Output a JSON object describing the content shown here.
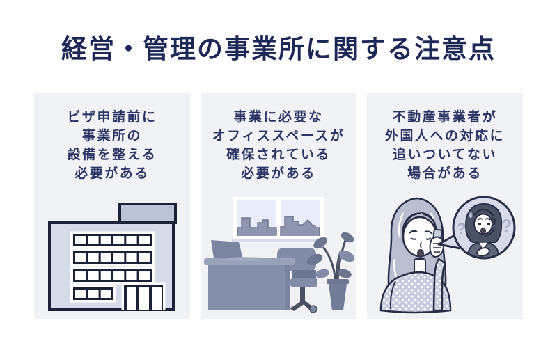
{
  "page": {
    "title": "経営・管理の事業所に関する注意点"
  },
  "colors": {
    "background": "#ffffff",
    "card_background": "#f1f2f6",
    "title_text": "#1e2857",
    "card_text": "#2b3464",
    "illustration_outline": "#272d45",
    "building_fill": "#d6dbea",
    "building_roof_fill": "#bcc3d7",
    "furniture_gray": "#858fa9",
    "window_pane": "#e9ecf9",
    "skyline_gray": "#8d96ae",
    "hair_gray": "#b9bfd0",
    "sweater_dotted": "#c7ccde",
    "speech_bubble_fill": "#d8dcea",
    "operator_jacket": "#5f6679",
    "question_mark_color": "#a9b0c6"
  },
  "cards": [
    {
      "illustration": "office-building",
      "lines": [
        "ビザ申請前に",
        "事業所の",
        "設備を整える",
        "必要がある"
      ]
    },
    {
      "illustration": "office-desk-window-plant",
      "lines": [
        "事業に必要な",
        "オフィススペースが",
        "確保されている",
        "必要がある"
      ]
    },
    {
      "illustration": "woman-on-phone-with-confused-operator",
      "lines": [
        "不動産事業者が",
        "外国人への対応に",
        "追いついてない",
        "場合がある"
      ],
      "question_marks": [
        "?",
        "?"
      ]
    }
  ]
}
